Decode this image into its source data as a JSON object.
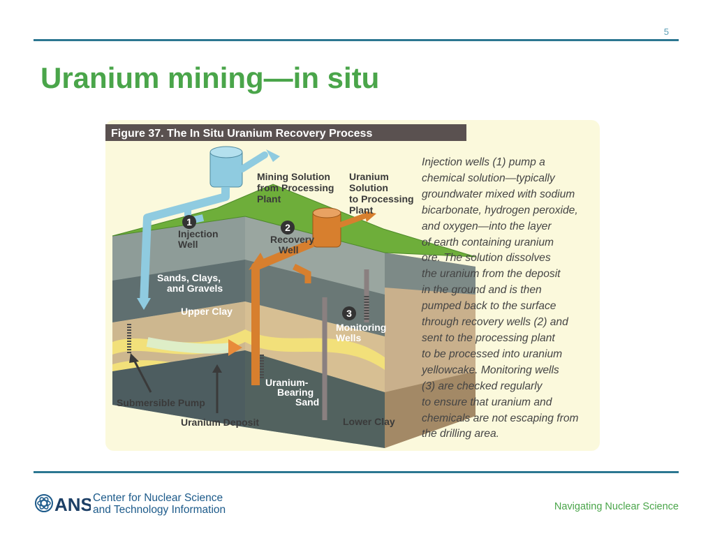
{
  "slide": {
    "number": "5",
    "title": "Uranium mining—in situ",
    "tagline": "Navigating Nuclear Science"
  },
  "footer": {
    "logo_text": "ANS",
    "org_line1": "Center for Nuclear Science",
    "org_line2": "and Technology Information"
  },
  "figure": {
    "title": "Figure 37. The In Situ Uranium Recovery Process",
    "labels": {
      "mining_solution": [
        "Mining Solution",
        "from Processing",
        "Plant"
      ],
      "uranium_solution": [
        "Uranium",
        "Solution",
        "to Processing",
        "Plant"
      ],
      "injection_num": "1",
      "injection_well": [
        "Injection",
        "Well"
      ],
      "recovery_num": "2",
      "recovery_well": [
        "Recovery",
        "Well"
      ],
      "monitoring_num": "3",
      "monitoring_wells": [
        "Monitoring",
        "Wells"
      ],
      "sands": [
        "Sands, Clays,",
        "and Gravels"
      ],
      "upper_clay": "Upper Clay",
      "uranium_bearing": [
        "Uranium-",
        "Bearing",
        "Sand"
      ],
      "submersible_pump": "Submersible Pump",
      "uranium_deposit": "Uranium Deposit",
      "lower_clay": "Lower Clay"
    },
    "caption_lines": [
      "Injection wells (1) pump a",
      "chemical solution—typically",
      "groundwater mixed with sodium",
      "bicarbonate, hydrogen peroxide,",
      "and oxygen—into the layer",
      "of earth containing uranium",
      "ore. The solution dissolves",
      "the uranium from the deposit",
      "in the ground and is then",
      "pumped back to the surface",
      "through recovery wells (2) and",
      "sent to the processing plant",
      "to be processed into uranium",
      "yellowcake. Monitoring wells",
      "(3) are checked regularly",
      "to ensure that uranium and",
      "chemicals are not escaping from",
      "the drilling area."
    ]
  },
  "colors": {
    "title_green": "#4aa54a",
    "rule_blue": "#2c7791",
    "grass": "#6eae3a",
    "injection_blue": "#8fcbe0",
    "recovery_orange": "#d77f2e",
    "ore_yellow": "#f2e07a"
  }
}
